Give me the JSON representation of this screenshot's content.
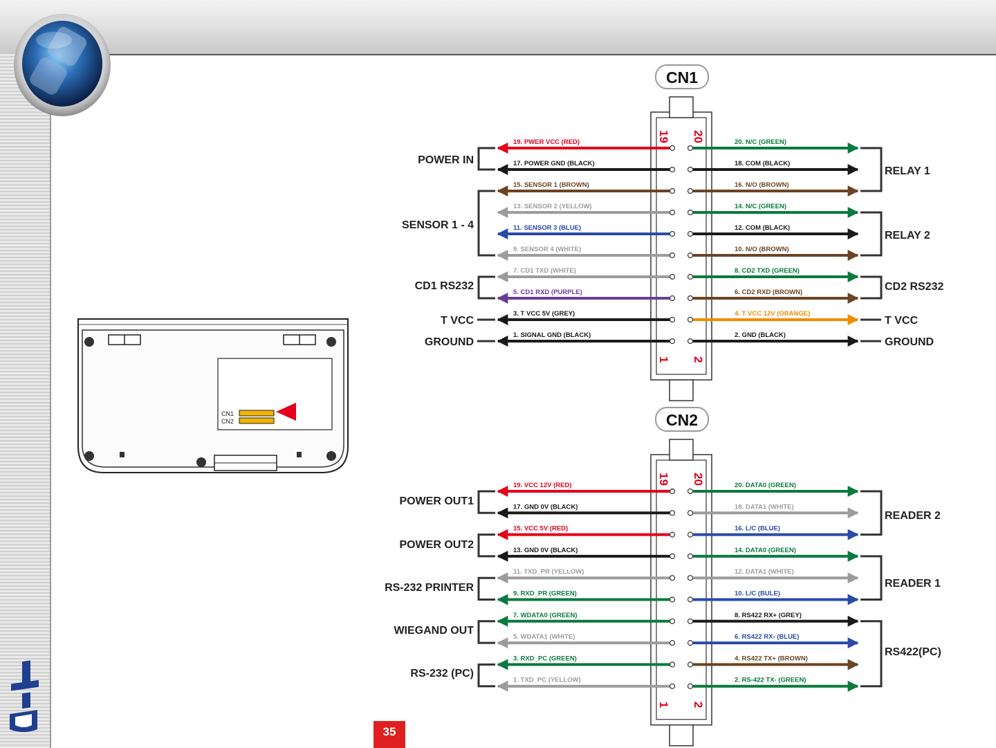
{
  "page": {
    "page_number": "35"
  },
  "device": {
    "labels": [
      "CN1",
      "CN2"
    ]
  },
  "cn1": {
    "title": "CN1",
    "pin_top_left": "19",
    "pin_top_right": "20",
    "pin_bottom_left": "1",
    "pin_bottom_right": "2",
    "left_wires": [
      {
        "label": "19. PWER VCC (RED)",
        "color": "#e3001b"
      },
      {
        "label": "17. POWER GND (BLACK)",
        "color": "#1a1a1a"
      },
      {
        "label": "15. SENSOR 1 (BROWN)",
        "color": "#6b4423"
      },
      {
        "label": "13. SENSOR 2 (YELLOW)",
        "color": "#9c9c9c"
      },
      {
        "label": "11. SENSOR 3 (BLUE)",
        "color": "#2a4aa8"
      },
      {
        "label": "9. SENSOR 4 (WHITE)",
        "color": "#9c9c9c"
      },
      {
        "label": "7. CD1 TXD (WHITE)",
        "color": "#9c9c9c"
      },
      {
        "label": "5. CD1 RXD (PURPLE)",
        "color": "#6a3d9a"
      },
      {
        "label": "3. T VCC 5V (GREY)",
        "color": "#1a1a1a"
      },
      {
        "label": "1. SIGNAL GND (BLACK)",
        "color": "#1a1a1a"
      }
    ],
    "right_wires": [
      {
        "label": "20. N/C (GREEN)",
        "color": "#0a7a3c"
      },
      {
        "label": "18. COM (BLACK)",
        "color": "#1a1a1a"
      },
      {
        "label": "16. N/O (BROWN)",
        "color": "#6b4423"
      },
      {
        "label": "14. N/C (GREEN)",
        "color": "#0a7a3c"
      },
      {
        "label": "12. COM (BLACK)",
        "color": "#1a1a1a"
      },
      {
        "label": "10. N/O (BROWN)",
        "color": "#6b4423"
      },
      {
        "label": "8. CD2 TXD (GREEN)",
        "color": "#0a7a3c"
      },
      {
        "label": "6. CD2 RXD (BROWN)",
        "color": "#6b4423"
      },
      {
        "label": "4. T VCC 12V (ORANGE)",
        "color": "#f08c00"
      },
      {
        "label": "2. GND (BLACK)",
        "color": "#1a1a1a"
      }
    ],
    "left_groups": [
      "POWER IN",
      "SENSOR 1 - 4",
      "CD1 RS232",
      "T VCC",
      "GROUND"
    ],
    "right_groups": [
      "RELAY 1",
      "RELAY 2",
      "CD2 RS232",
      "T VCC",
      "GROUND"
    ]
  },
  "cn2": {
    "title": "CN2",
    "pin_top_left": "19",
    "pin_top_right": "20",
    "pin_bottom_left": "1",
    "pin_bottom_right": "2",
    "left_wires": [
      {
        "label": "19. VCC 12V (RED)",
        "color": "#e3001b"
      },
      {
        "label": "17. GND 0V (BLACK)",
        "color": "#1a1a1a"
      },
      {
        "label": "15. VCC 5V (RED)",
        "color": "#e3001b"
      },
      {
        "label": "13. GND 0V (BLACK)",
        "color": "#1a1a1a"
      },
      {
        "label": "11. TXD_PR (YELLOW)",
        "color": "#9c9c9c"
      },
      {
        "label": "9. RXD_PR (GREEN)",
        "color": "#0a7a3c"
      },
      {
        "label": "7. WDATA0 (GREEN)",
        "color": "#0a7a3c"
      },
      {
        "label": "5. WDATA1 (WHITE)",
        "color": "#9c9c9c"
      },
      {
        "label": "3. RXD_PC (GREEN)",
        "color": "#0a7a3c"
      },
      {
        "label": "1. TXD_PC (YELLOW)",
        "color": "#9c9c9c"
      }
    ],
    "right_wires": [
      {
        "label": "20. DATA0 (GREEN)",
        "color": "#0a7a3c"
      },
      {
        "label": "18. DATA1 (WHITE)",
        "color": "#9c9c9c"
      },
      {
        "label": "16. L/C (BLUE)",
        "color": "#2a4aa8"
      },
      {
        "label": "14. DATA0 (GREEN)",
        "color": "#0a7a3c"
      },
      {
        "label": "12. DATA1 (WHITE)",
        "color": "#9c9c9c"
      },
      {
        "label": "10. L/C (BULE)",
        "color": "#2a4aa8"
      },
      {
        "label": "8. RS422 RX+ (GREY)",
        "color": "#1a1a1a"
      },
      {
        "label": "6. RS422 RX- (BLUE)",
        "color": "#2a4aa8"
      },
      {
        "label": "4. RS422 TX+ (BROWN)",
        "color": "#6b4423"
      },
      {
        "label": "2. RS-422 TX- (GREEN)",
        "color": "#0a7a3c"
      }
    ],
    "left_groups": [
      "POWER OUT1",
      "POWER OUT2",
      "RS-232 PRINTER",
      "WIEGAND OUT",
      "RS-232 (PC)"
    ],
    "right_groups": [
      "READER 2",
      "READER 1",
      "RS422(PC)"
    ]
  }
}
